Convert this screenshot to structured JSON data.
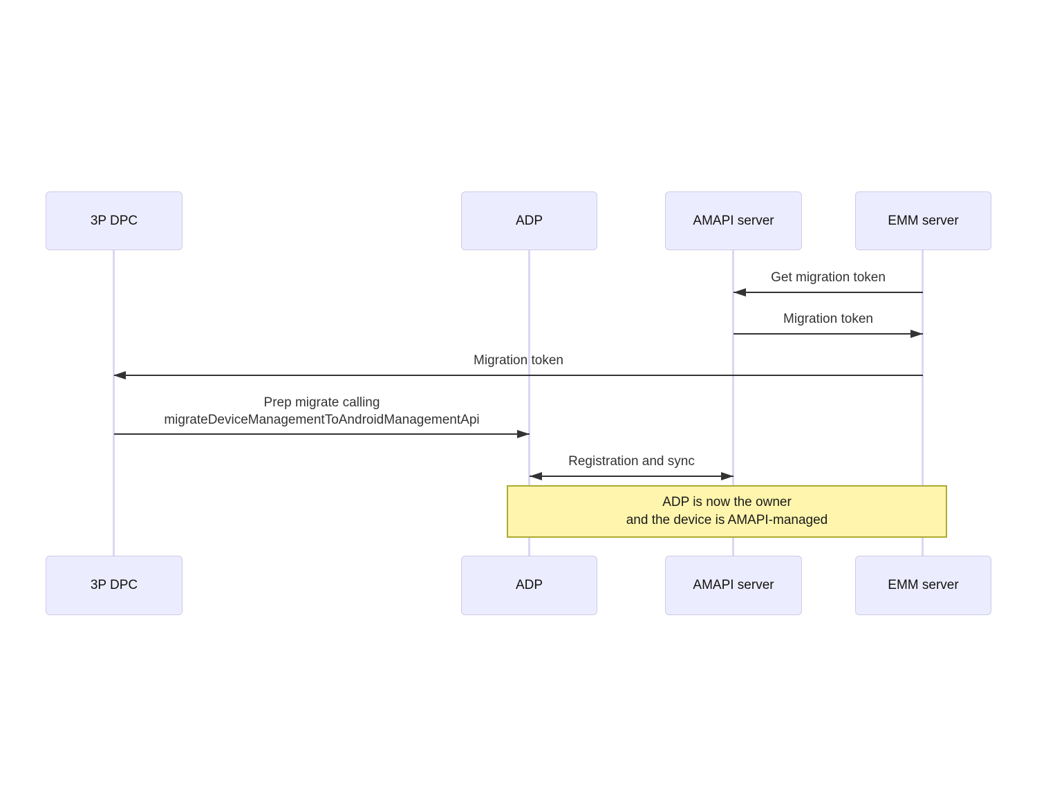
{
  "diagram": {
    "type": "sequence-diagram",
    "actors": [
      {
        "id": "3p-dpc",
        "label": "3P DPC"
      },
      {
        "id": "adp",
        "label": "ADP"
      },
      {
        "id": "amapi-server",
        "label": "AMAPI server"
      },
      {
        "id": "emm-server",
        "label": "EMM server"
      }
    ],
    "messages": [
      {
        "label": "Get migration token",
        "from": "EMM server",
        "to": "AMAPI server",
        "arrow": "left"
      },
      {
        "label": "Migration token",
        "from": "AMAPI server",
        "to": "EMM server",
        "arrow": "right"
      },
      {
        "label": "Migration token",
        "from": "EMM server",
        "to": "3P DPC",
        "arrow": "left"
      },
      {
        "lines": [
          "Prep migrate calling",
          "migrateDeviceManagementToAndroidManagementApi"
        ],
        "from": "3P DPC",
        "to": "ADP",
        "arrow": "right"
      },
      {
        "label": "Registration and sync",
        "from": "ADP",
        "to": "AMAPI server",
        "arrow": "both"
      }
    ],
    "note": {
      "lines": [
        "ADP is now the owner",
        "and the device is AMAPI-managed"
      ],
      "spans": "ADP to EMM server"
    },
    "colors": {
      "actor_fill": "#ececff",
      "actor_border": "#cfc9e8",
      "lifeline": "#ddd6f0",
      "message": "#333333",
      "note_fill": "#fff5ad",
      "note_border": "#aaaa33"
    }
  }
}
